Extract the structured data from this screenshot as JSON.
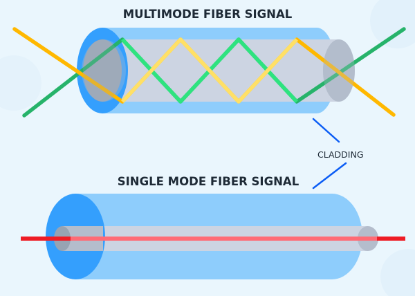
{
  "multimode": {
    "title": "MULTIMODE FIBER SIGNAL",
    "rays": [
      {
        "name": "green-ray",
        "color": "#26b36a",
        "inner_color": "#2ee37f"
      },
      {
        "name": "yellow-ray",
        "color": "#ffb800",
        "inner_color": "#ffe066"
      }
    ]
  },
  "single_mode": {
    "title": "SINGLE MODE FIBER SIGNAL",
    "ray": {
      "name": "red-ray",
      "color": "#ee1c25",
      "inner_color": "#ff6b75"
    }
  },
  "callout": {
    "label": "CLADDING",
    "color": "#0a5cf5"
  },
  "colors": {
    "background": "#eaf6fd",
    "cladding": "#8ecdfc",
    "cladding_face": "#349ffd",
    "core": "#ccd4e2",
    "core_end": "#b4bdcc"
  }
}
